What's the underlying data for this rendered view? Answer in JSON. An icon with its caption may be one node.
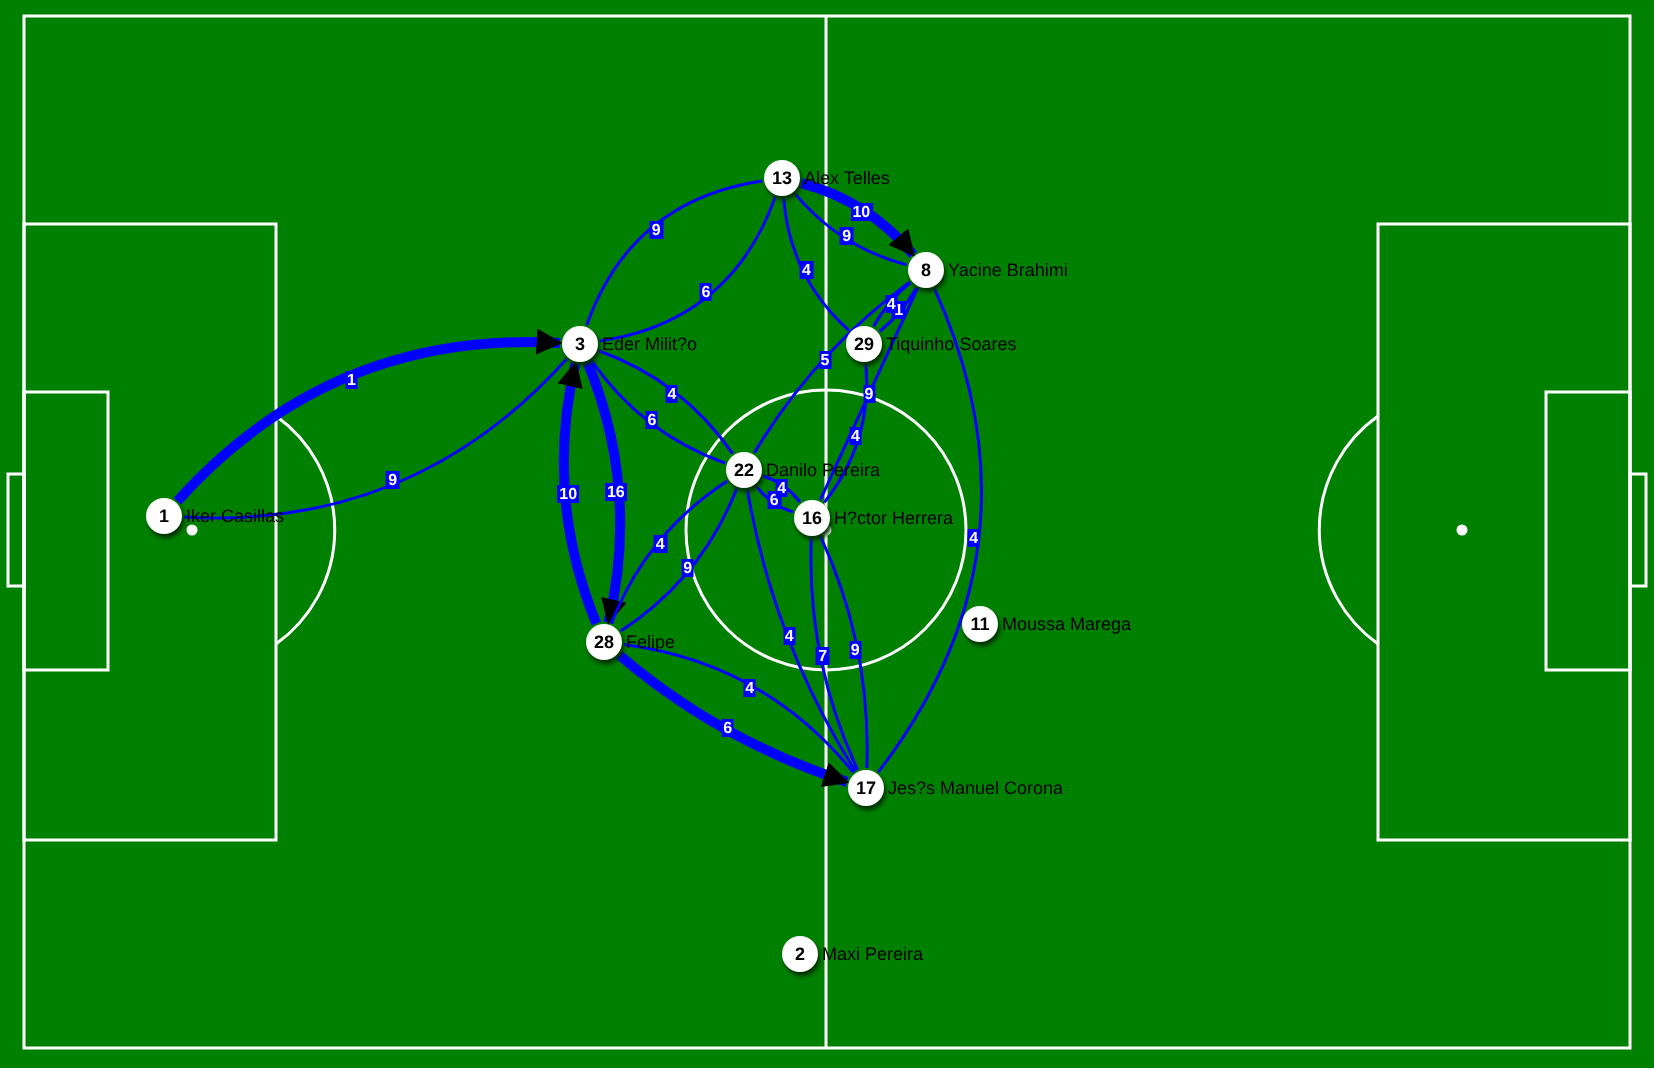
{
  "diagram": {
    "nodes": [
      {
        "text": [
          "1"
        ],
        "beside": [
          "Iker Casillas"
        ]
      },
      {
        "text": [
          "3"
        ],
        "beside": [
          "Eder Milit?o"
        ]
      },
      {
        "text": [
          "13"
        ],
        "beside": [
          "Alex Telles"
        ]
      },
      {
        "text": [
          "8"
        ],
        "beside": [
          "Yacine Brahimi"
        ]
      },
      {
        "text": [
          "29"
        ],
        "beside": [
          "Tiquinho Soares"
        ]
      },
      {
        "text": [
          "22"
        ],
        "beside": [
          "Danilo Pereira"
        ]
      },
      {
        "text": [
          "16"
        ],
        "beside": [
          "H?ctor Herrera"
        ]
      },
      {
        "text": [
          "11"
        ],
        "beside": [
          "Moussa Marega"
        ]
      },
      {
        "text": [
          "28"
        ],
        "beside": [
          "Felipe"
        ]
      },
      {
        "text": [
          "17"
        ],
        "beside": [
          "Jes?s Manuel Corona"
        ]
      },
      {
        "text": [
          "2"
        ],
        "beside": [
          "Maxi Pereira"
        ]
      }
    ],
    "edges": [
      {
        "from": 0,
        "to": 1,
        "arrow": "to",
        "label": "1",
        "style": "thick"
      },
      {
        "from": 1,
        "to": 0,
        "arrow": "none",
        "label": "9"
      },
      {
        "from": 1,
        "to": 2,
        "arrow": "none",
        "label": "6"
      },
      {
        "from": 2,
        "to": 1,
        "arrow": "none",
        "label": "9"
      },
      {
        "from": 8,
        "to": 1,
        "arrow": "to",
        "label": "10",
        "style": "thick"
      },
      {
        "from": 1,
        "to": 8,
        "arrow": "to",
        "label": "16",
        "style": "thick"
      },
      {
        "from": 1,
        "to": 5,
        "arrow": "none",
        "label": "6"
      },
      {
        "from": 5,
        "to": 1,
        "arrow": "none",
        "label": "4"
      },
      {
        "from": 2,
        "to": 3,
        "arrow": "to",
        "label": "10",
        "style": "thick"
      },
      {
        "from": 3,
        "to": 2,
        "arrow": "none",
        "label": "9"
      },
      {
        "from": 2,
        "to": 4,
        "arrow": "none",
        "label": "4"
      },
      {
        "from": 4,
        "to": 3,
        "arrow": "none",
        "label": "1"
      },
      {
        "from": 3,
        "to": 4,
        "arrow": "none",
        "label": "4"
      },
      {
        "from": 3,
        "to": 5,
        "arrow": "none",
        "label": "5"
      },
      {
        "from": 3,
        "to": 6,
        "arrow": "none",
        "label": "9"
      },
      {
        "from": 3,
        "to": 9,
        "arrow": "none",
        "label": "4"
      },
      {
        "from": 4,
        "to": 6,
        "arrow": "none",
        "label": "4"
      },
      {
        "from": 5,
        "to": 6,
        "arrow": "none",
        "label": "6"
      },
      {
        "from": 6,
        "to": 5,
        "arrow": "none",
        "label": "4"
      },
      {
        "from": 5,
        "to": 8,
        "arrow": "none",
        "label": "4"
      },
      {
        "from": 8,
        "to": 5,
        "arrow": "none",
        "label": "9"
      },
      {
        "from": 5,
        "to": 9,
        "arrow": "none",
        "label": "4"
      },
      {
        "from": 6,
        "to": 9,
        "arrow": "none",
        "label": "7"
      },
      {
        "from": 9,
        "to": 6,
        "arrow": "none",
        "label": "9"
      },
      {
        "from": 8,
        "to": 9,
        "arrow": "to",
        "label": "6",
        "style": "thick"
      },
      {
        "from": 9,
        "to": 8,
        "arrow": "none",
        "label": "4"
      }
    ]
  }
}
